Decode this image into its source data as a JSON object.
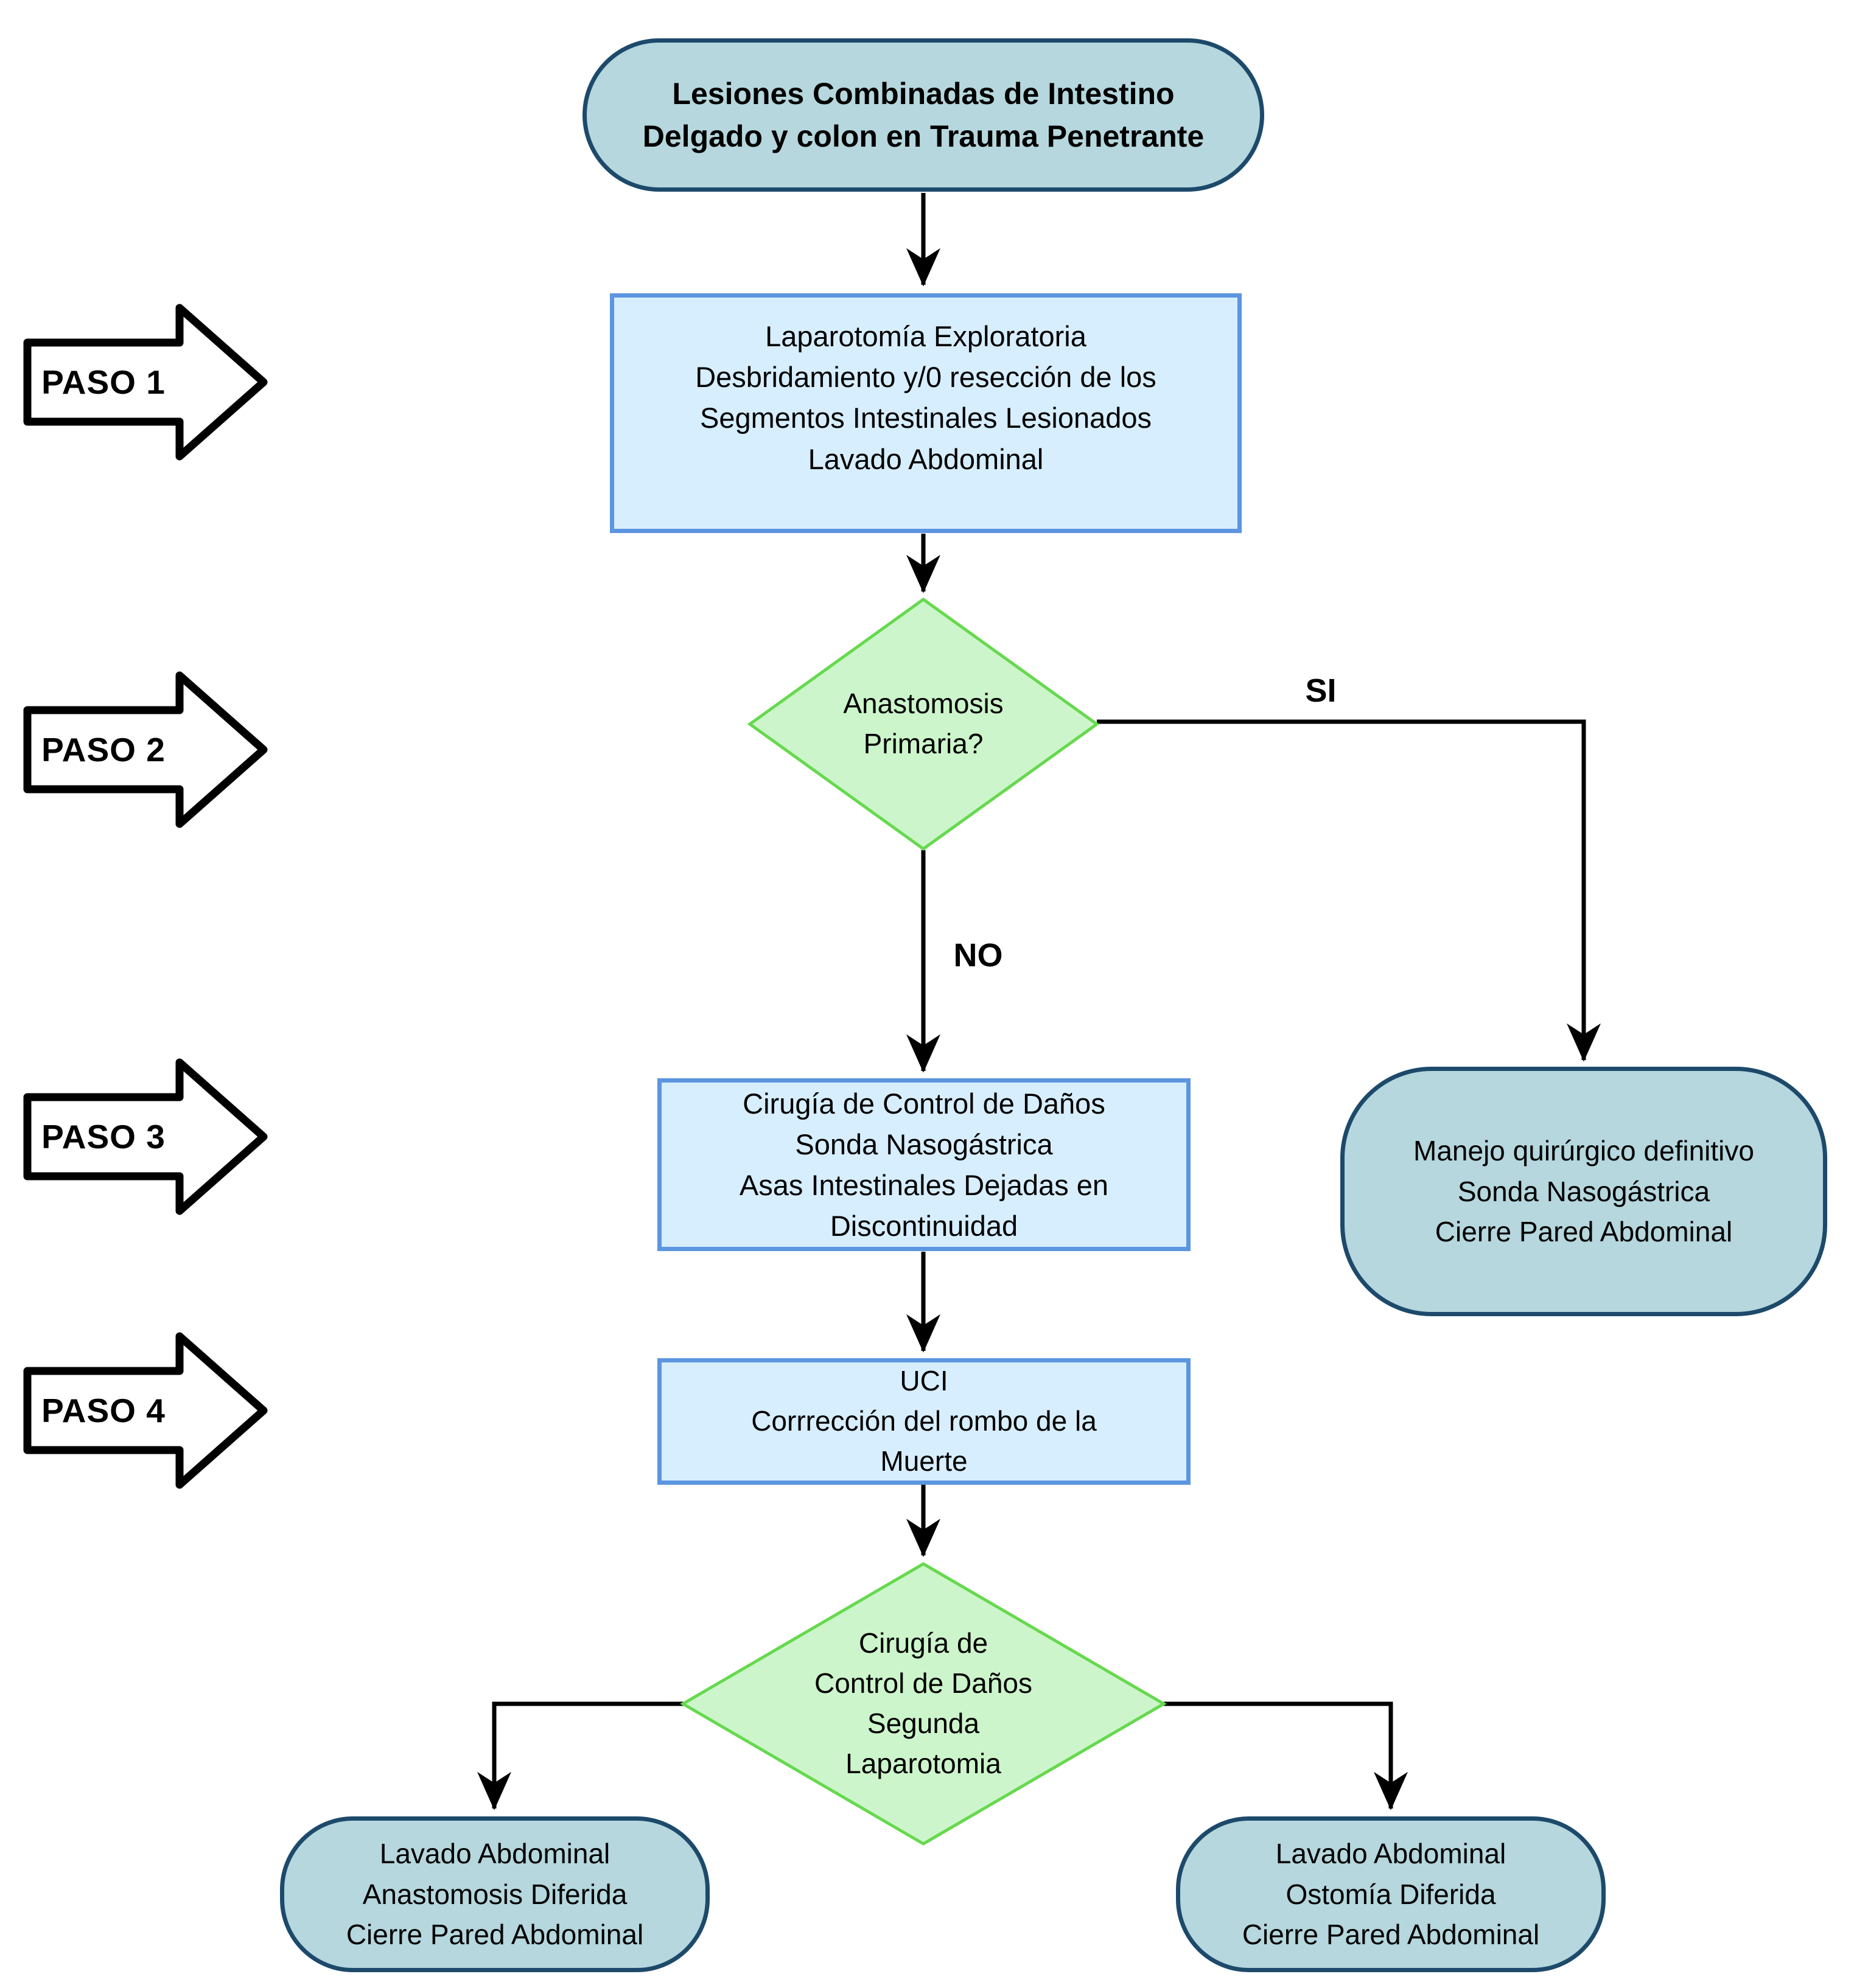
{
  "colors": {
    "stadium_fill": "#b5d7dd",
    "stadium_border": "#1d4a6b",
    "process_fill": "#d7eefe",
    "process_border": "#5c95e0",
    "decision_fill": "#cdf5cb",
    "decision_border": "#66d94e",
    "connector": "#000000"
  },
  "steps": {
    "paso1": "PASO 1",
    "paso2": "PASO 2",
    "paso3": "PASO 3",
    "paso4": "PASO 4"
  },
  "edge_labels": {
    "yes": "SI",
    "no": "NO"
  },
  "nodes": {
    "start": "Lesiones Combinadas de Intestino\nDelgado y colon en Trauma Penetrante",
    "paso1_process": "Laparotomía Exploratoria\nDesbridamiento y/0 resección de los\nSegmentos Intestinales Lesionados\nLavado Abdominal",
    "decision_anastomosis": "Anastomosis\nPrimaria?",
    "definitive_management": "Manejo quirúrgico definitivo\nSonda Nasogástrica\nCierre Pared Abdominal",
    "damage_control": "Cirugía de Control de Daños\nSonda Nasogástrica\nAsas Intestinales Dejadas en\nDiscontinuidad",
    "uci": "UCI\nCorrrección del rombo de la\nMuerte",
    "decision_second_laparotomy": "Cirugía de\nControl de Daños\nSegunda\nLaparotomia",
    "deferred_anastomosis": "Lavado Abdominal\nAnastomosis Diferida\nCierre Pared Abdominal",
    "deferred_ostomy": "Lavado Abdominal\nOstomía Diferida\nCierre Pared Abdominal"
  }
}
